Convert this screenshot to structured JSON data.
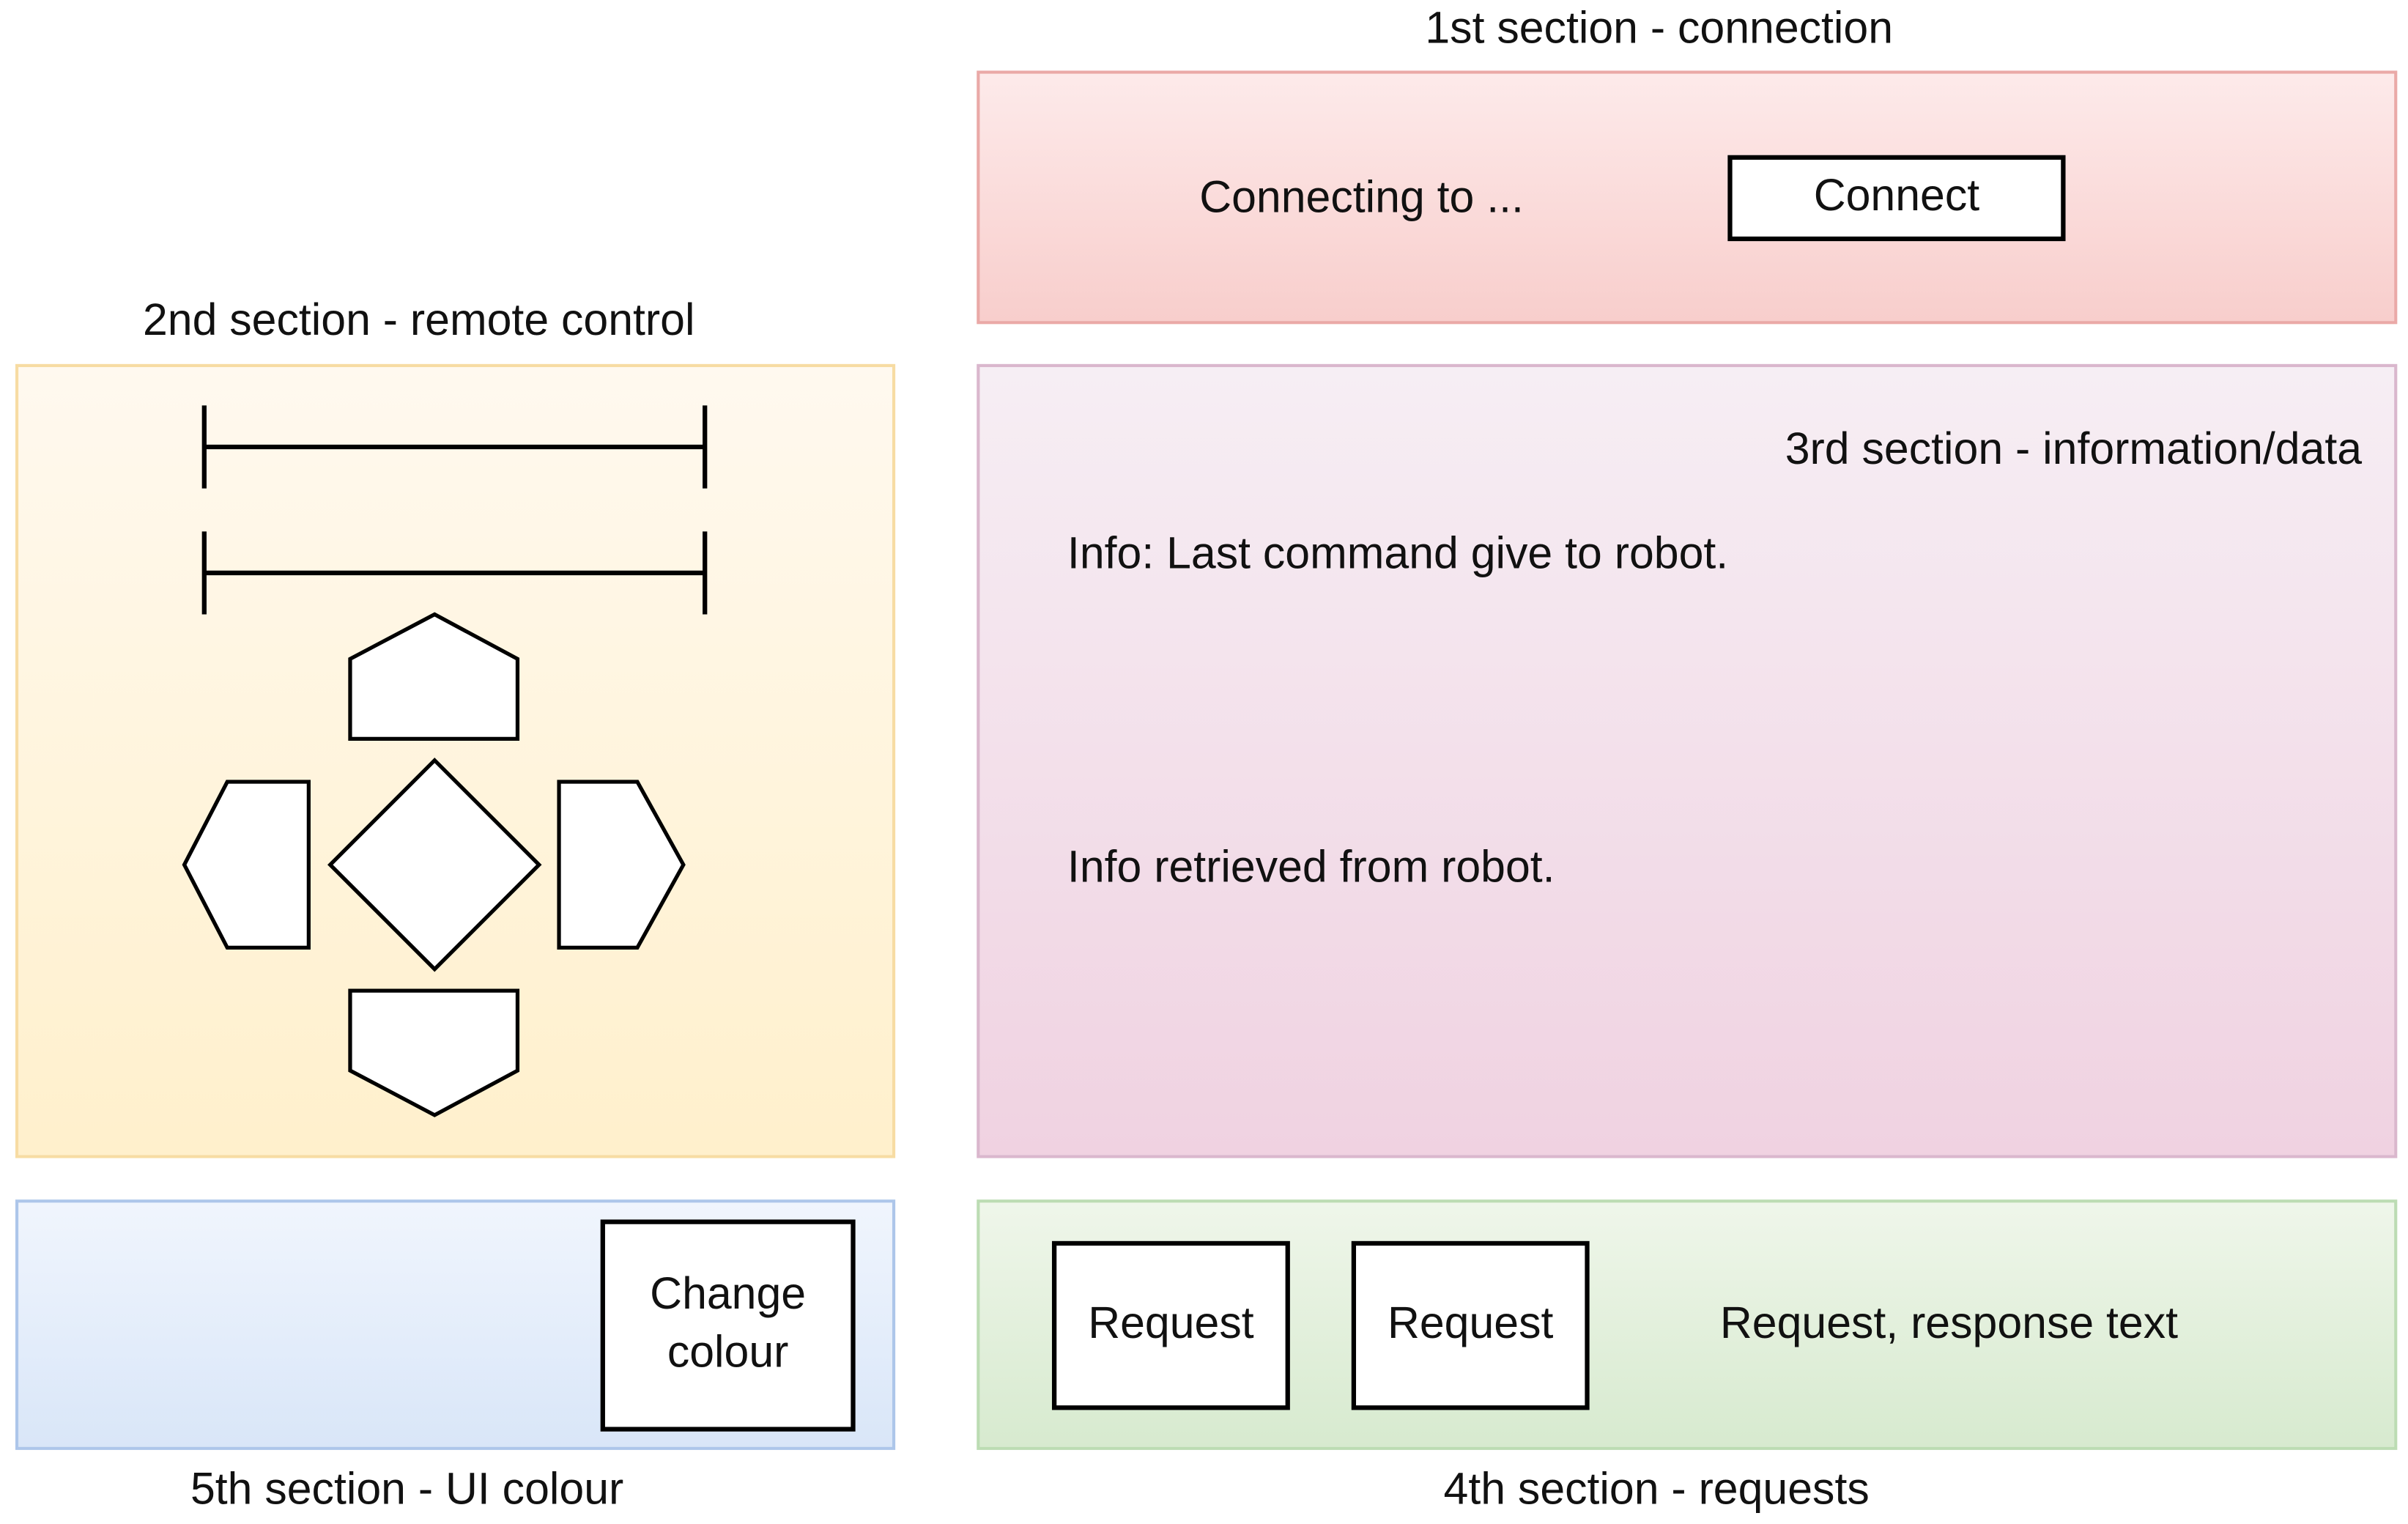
{
  "sections": {
    "connection": {
      "title": "1st section - connection",
      "status_text": "Connecting to ...",
      "connect_label": "Connect",
      "color_top": "#fdeaea",
      "color_bottom": "#f8cecc",
      "border": "#eaa9a7"
    },
    "remote_control": {
      "title": "2nd section - remote control",
      "color_top": "#fff9ef",
      "color_bottom": "#fff0cc",
      "border": "#f7dca3"
    },
    "information": {
      "title": "3rd section - information/data",
      "last_command_text": "Info: Last command give to robot.",
      "retrieved_text": "Info retrieved from robot.",
      "color_top": "#f6eef4",
      "color_bottom": "#f0d2e1",
      "border": "#dab7cd"
    },
    "requests": {
      "title": "4th section - requests",
      "buttons": [
        "Request",
        "Request"
      ],
      "response_text": "Request, response text",
      "color_top": "#eff6ea",
      "color_bottom": "#d7eacf",
      "border": "#bcdcb3"
    },
    "ui_colour": {
      "title": "5th section - UI colour",
      "change_colour_label": "Change colour",
      "color_top": "#f0f5fd",
      "color_bottom": "#d9e6f8",
      "border": "#adc6ea"
    }
  }
}
